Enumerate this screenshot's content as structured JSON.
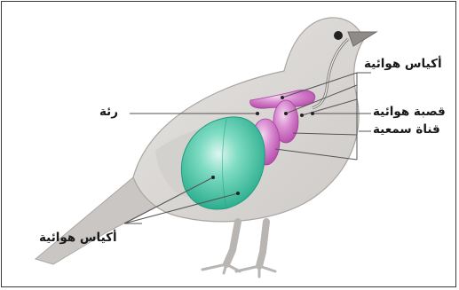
{
  "labels": {
    "air_sacs_top": "أكياس هوائية",
    "lung": "رئة",
    "air_tubes": "قصبة هوائية",
    "ear_canal": "قناة سمعية",
    "air_sacs_bottom": "أكياس هوائية"
  },
  "colors": {
    "bird_body": "#d7d5d3",
    "bird_outline": "#a9a6a3",
    "lung_teal": "#37c4a2",
    "air_sac_magenta": "#c763bd",
    "leader_line": "#555555"
  }
}
